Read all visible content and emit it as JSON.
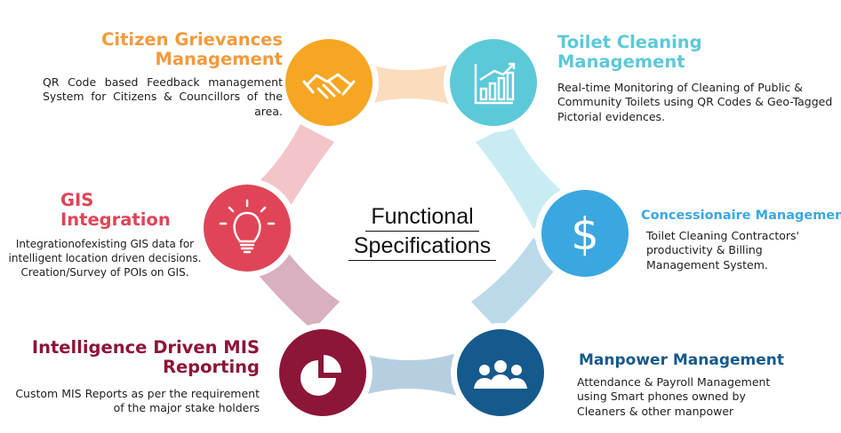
{
  "center": {
    "line1": "Functional",
    "line2": "Specifications"
  },
  "colors": {
    "citizen": "#f6a623",
    "toilet": "#5cc9d8",
    "concessionaire": "#3aa7e0",
    "manpower": "#155a8c",
    "mis": "#8c1538",
    "gis": "#e04457",
    "connector_top": "#fbdcbf",
    "connector_right_upper": "#c9ecf2",
    "connector_right_lower": "#bcd9ea",
    "connector_bottom": "#b5cfe1",
    "connector_left_lower": "#d8b0c0",
    "connector_left_upper": "#f3c5c9"
  },
  "nodes": [
    {
      "key": "citizen",
      "icon": "handshake-icon",
      "title_line1": "Citizen Grievances",
      "title_line2": "Management",
      "desc": "QR Code based Feedback management System for Citizens & Councillors of the area."
    },
    {
      "key": "toilet",
      "icon": "bar-chart-growth-icon",
      "title": "Toilet Cleaning Management",
      "desc": "Real-time Monitoring of Cleaning of Public & Community Toilets using QR Codes & Geo-Tagged Pictorial evidences."
    },
    {
      "key": "concessionaire",
      "icon": "dollar-icon",
      "title": "Concessionaire Management",
      "desc": "Toilet Cleaning Contractors' productivity & Billing Management System."
    },
    {
      "key": "manpower",
      "icon": "people-group-icon",
      "title": "Manpower Management",
      "desc": "Attendance & Payroll Management using Smart phones owned by Cleaners & other manpower"
    },
    {
      "key": "mis",
      "icon": "pie-chart-icon",
      "title_line1": "Intelligence Driven MIS",
      "title_line2": "Reporting",
      "desc": "Custom MIS Reports as per the requirement of the major stake holders"
    },
    {
      "key": "gis",
      "icon": "lightbulb-icon",
      "title": "GIS Integration",
      "desc": "Integrationofexisting GIS data for intelligent location driven decisions. Creation/Survey of POIs on GIS."
    }
  ]
}
